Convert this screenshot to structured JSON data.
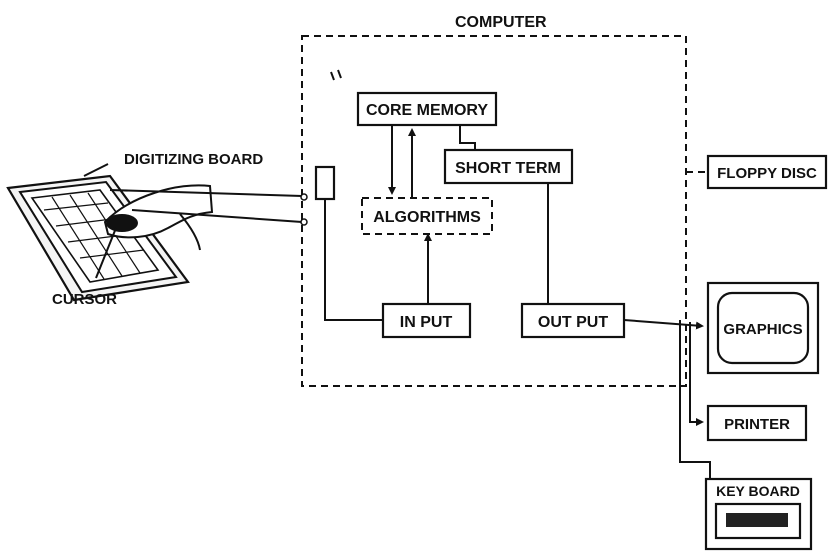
{
  "diagram": {
    "computer_label": "COMPUTER",
    "digitizing_board_label": "DIGITIZING BOARD",
    "cursor_label": "CURSOR",
    "boxes": {
      "core_memory": "CORE MEMORY",
      "short_term": "SHORT TERM",
      "algorithms": "ALGORITHMS",
      "input": "IN PUT",
      "output": "OUT PUT",
      "floppy_disc": "FLOPPY DISC",
      "graphics": "GRAPHICS",
      "printer": "PRINTER",
      "keyboard": "KEY BOARD"
    }
  }
}
